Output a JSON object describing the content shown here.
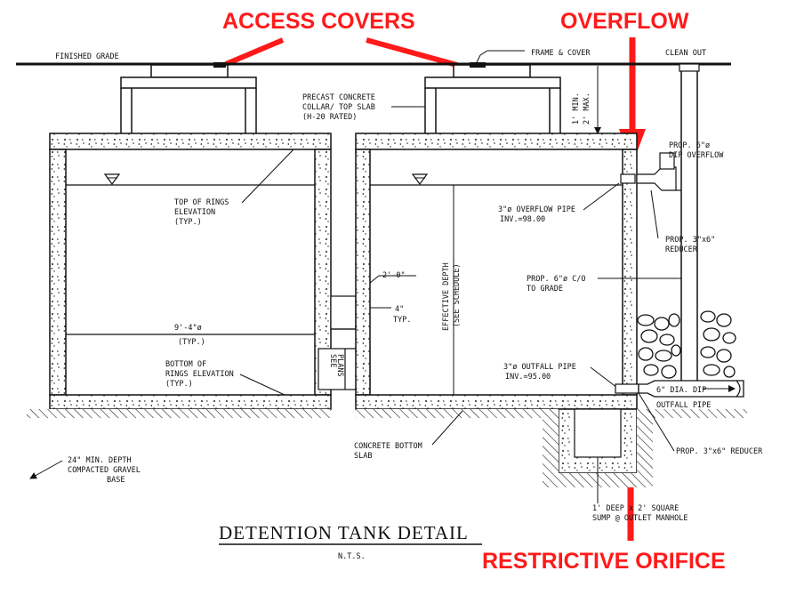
{
  "callouts": {
    "access_covers": "ACCESS COVERS",
    "overflow": "OVERFLOW",
    "restrictive_orifice": "RESTRICTIVE ORIFICE"
  },
  "labels": {
    "finished_grade": "FINISHED GRADE",
    "frame_cover": "FRAME & COVER",
    "clean_out": "CLEAN OUT",
    "precast_1": "PRECAST CONCRETE",
    "precast_2": "COLLAR/ TOP SLAB",
    "precast_3": "(H-20 RATED)",
    "min_max_1": "1' MIN.",
    "min_max_2": "2' MAX.",
    "dip_overflow_1": "PROP. 6\"ø",
    "dip_overflow_2": "DIP OVERFLOW",
    "top_rings_1": "TOP OF RINGS",
    "top_rings_2": "ELEVATION",
    "top_rings_3": "(TYP.)",
    "overflow_pipe_1": "3\"ø OVERFLOW PIPE",
    "overflow_pipe_2": "INV.=98.00",
    "reducer_top_1": "PROP. 3\"x6\"",
    "reducer_top_2": "REDUCER",
    "two_ft": "2'-0\"",
    "effective_depth_1": "EFFECTIVE DEPTH",
    "effective_depth_2": "(SEE SCHEDULE)",
    "co_grade_1": "PROP. 6\"ø C/O",
    "co_grade_2": "TO GRADE",
    "four_in_1": "4\"",
    "four_in_2": "TYP.",
    "diameter_1": "9'-4\"ø",
    "diameter_2": "(TYP.)",
    "see_plans_1": "SEE",
    "see_plans_2": "PLANS",
    "bottom_rings_1": "BOTTOM OF",
    "bottom_rings_2": "RINGS ELEVATION",
    "bottom_rings_3": "(TYP.)",
    "outfall_pipe_1": "3\"ø OUTFALL PIPE",
    "outfall_pipe_2": "INV.=95.00",
    "dia_dip": "6\" DIA. DIP",
    "outfall_pipe": "OUTFALL PIPE",
    "concrete_slab_1": "CONCRETE BOTTOM",
    "concrete_slab_2": "SLAB",
    "gravel_1": "24\" MIN. DEPTH",
    "gravel_2": "COMPACTED GRAVEL",
    "gravel_3": "BASE",
    "reducer_bottom": "PROP. 3\"x6\" REDUCER",
    "sump_1": "1' DEEP x 2' SQUARE",
    "sump_2": "SUMP @ OUTLET MANHOLE",
    "title": "DETENTION TANK DETAIL",
    "scale": "N.T.S."
  },
  "colors": {
    "callout": "#ff1a1a",
    "linework": "#111111",
    "background": "#ffffff"
  }
}
